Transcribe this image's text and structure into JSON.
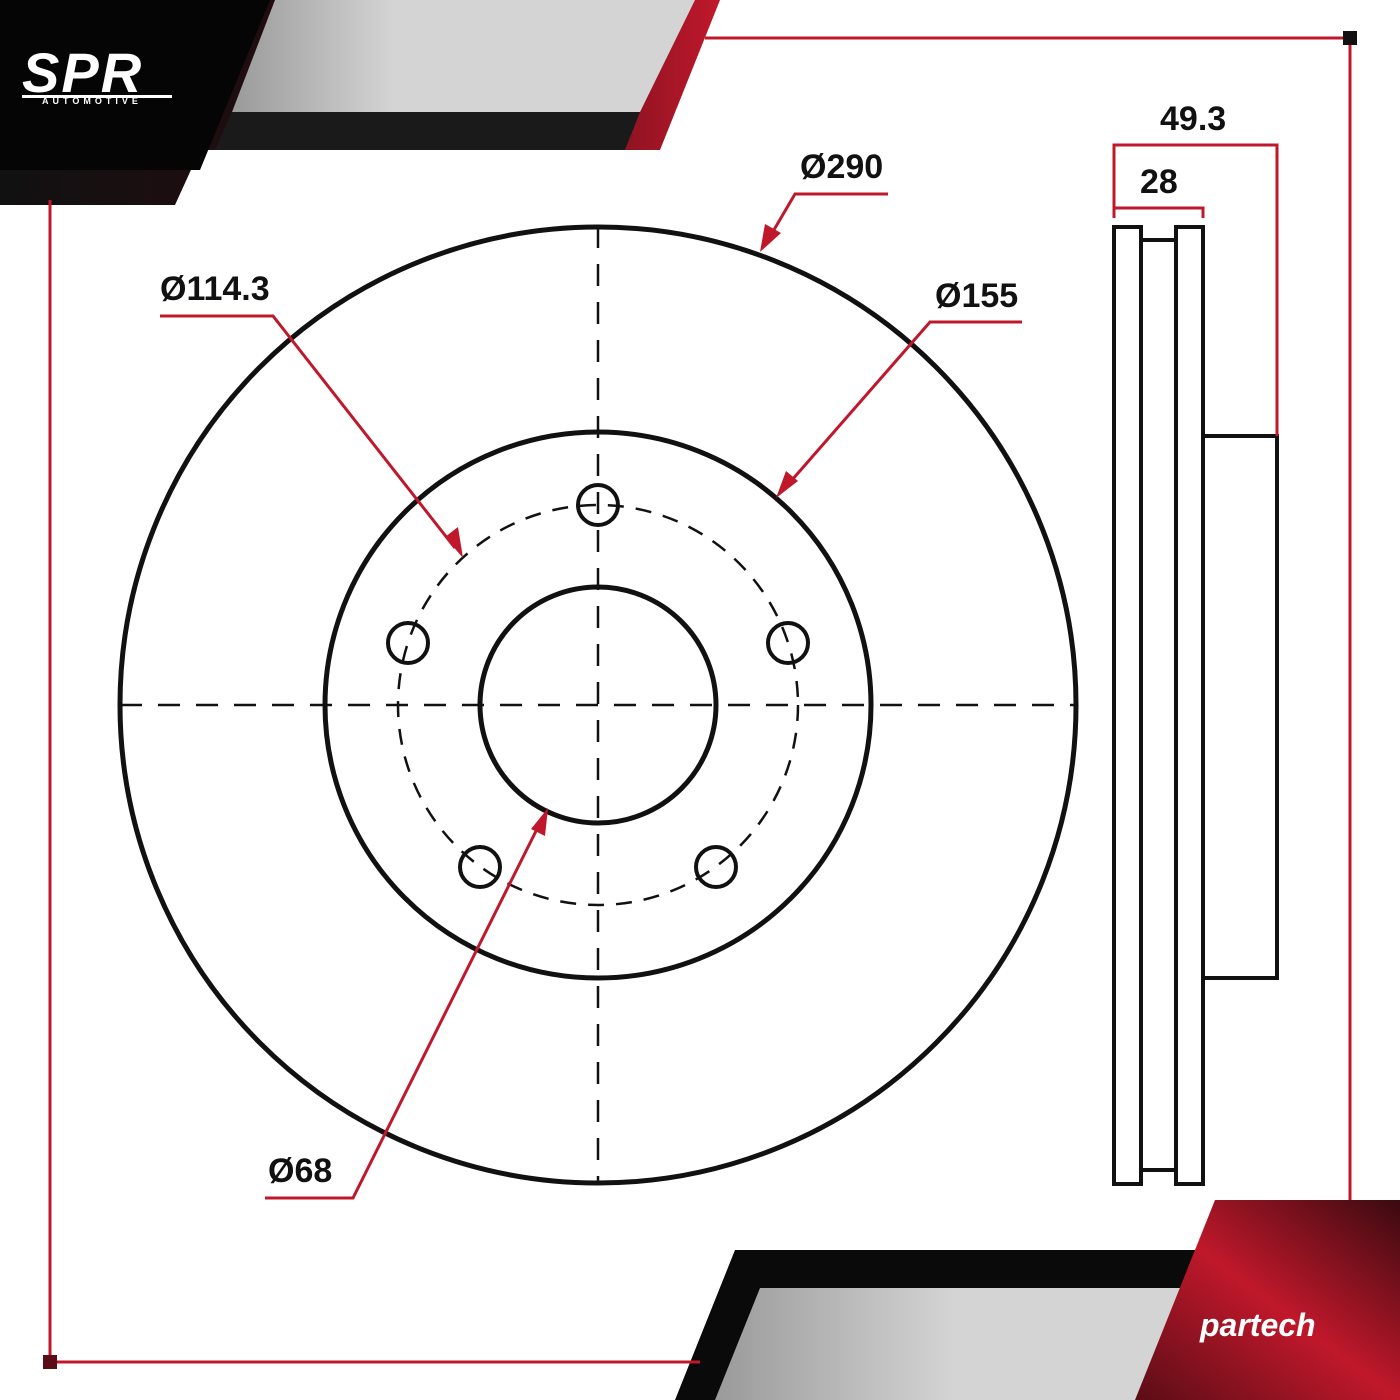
{
  "brand": {
    "logo_main": "SPR",
    "logo_sub": "AUTOMOTIVE",
    "partner_logo": "partech"
  },
  "colors": {
    "accent_red": "#c0182b",
    "dark_red": "#5a0d16",
    "line_black": "#111111",
    "panel_grey": "#cfcfcf"
  },
  "drawing": {
    "front_view": {
      "outer_diameter": "Ø290",
      "hat_diameter": "Ø155",
      "bolt_circle_diameter": "Ø114.3",
      "center_bore_diameter": "Ø68",
      "bolt_hole_count": 5
    },
    "side_view": {
      "total_height": "49.3",
      "thickness": "28"
    }
  }
}
